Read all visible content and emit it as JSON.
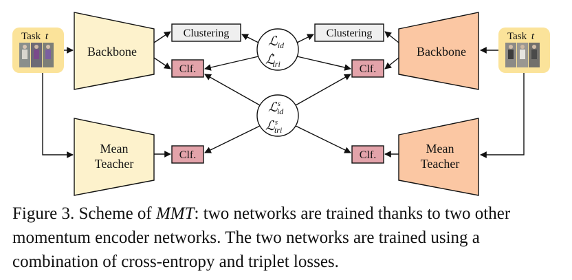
{
  "colors": {
    "student": "#fdf2cc",
    "teacher": "#fbc7a3",
    "task_bg": "#fbe39a",
    "clf": "#e3a3aa",
    "clustering": "#efefef",
    "stroke": "#111111"
  },
  "left": {
    "task_label": "Task",
    "task_var": "t",
    "backbone_label": "Backbone",
    "teacher_label_1": "Mean",
    "teacher_label_2": "Teacher",
    "clustering_label": "Clustering",
    "clf_top_label": "Clf.",
    "clf_bottom_label": "Clf."
  },
  "right": {
    "task_label": "Task",
    "task_var": "t",
    "backbone_label": "Backbone",
    "teacher_label_1": "Mean",
    "teacher_label_2": "Teacher",
    "clustering_label": "Clustering",
    "clf_top_label": "Clf.",
    "clf_bottom_label": "Clf."
  },
  "losses_top": {
    "l1_base": "ℒ",
    "l1_sub": "id",
    "l2_base": "ℒ",
    "l2_sup": "+",
    "l2_sub": "tri"
  },
  "losses_bottom": {
    "l1_base": "ℒ",
    "l1_sup": "s",
    "l1_sub": "id",
    "l2_base": "ℒ",
    "l2_sup": "s",
    "l2_sub": "tri"
  },
  "caption": {
    "prefix": "Figure 3. Scheme of ",
    "emph": "MMT",
    "rest": ": two networks are trained thanks to two other momentum encoder networks. The two networks are trained using a combination of cross-entropy and triplet losses."
  }
}
